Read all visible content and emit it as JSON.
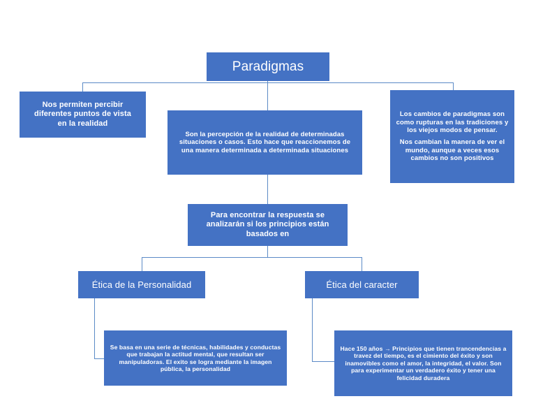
{
  "diagram": {
    "title": "Paradigmas",
    "accent_color": "#4472C4",
    "connector_color": "#5B8AC6",
    "text_color": "#FFFFFF",
    "background_color": "#FFFFFF",
    "nodes": {
      "root": {
        "label": "Paradigmas"
      },
      "left_top": {
        "line1": "Nos permiten percibir",
        "line2": "diferentes puntos de vista",
        "line3": "en la realidad"
      },
      "center_top": {
        "text": "Son la percepción de la realidad de determinadas situaciones o casos. Esto hace que reaccionemos de una manera determinada a determinada situaciones"
      },
      "right_top": {
        "paragraph1": "Los cambios de paradigmas son como rupturas en las tradiciones y los viejos modos de pensar.",
        "paragraph2": "Nos cambian la manera de ver el mundo, aunque a veces esos cambios no son positivos"
      },
      "question": {
        "text": "Para encontrar la respuesta se analizarán si los principios están basados en"
      },
      "branch_left": {
        "label": "Ética de la Personalidad"
      },
      "branch_right": {
        "label": "Ética del caracter"
      },
      "detail_left": {
        "text": "Se basa en una serie de técnicas, habilidades y conductas que trabajan la actitud mental, que resultan ser manipuladoras. El exito se logra mediante la imagen pública, la personalidad"
      },
      "detail_right": {
        "text": "Hace 150 años → Principios que tienen trancendencias a travez del tiempo, es el cimiento del éxito y son inamovibles como el amor, la integridad, el valor. Son para experimentar un verdadero éxito y tener una felicidad duradera"
      }
    }
  }
}
